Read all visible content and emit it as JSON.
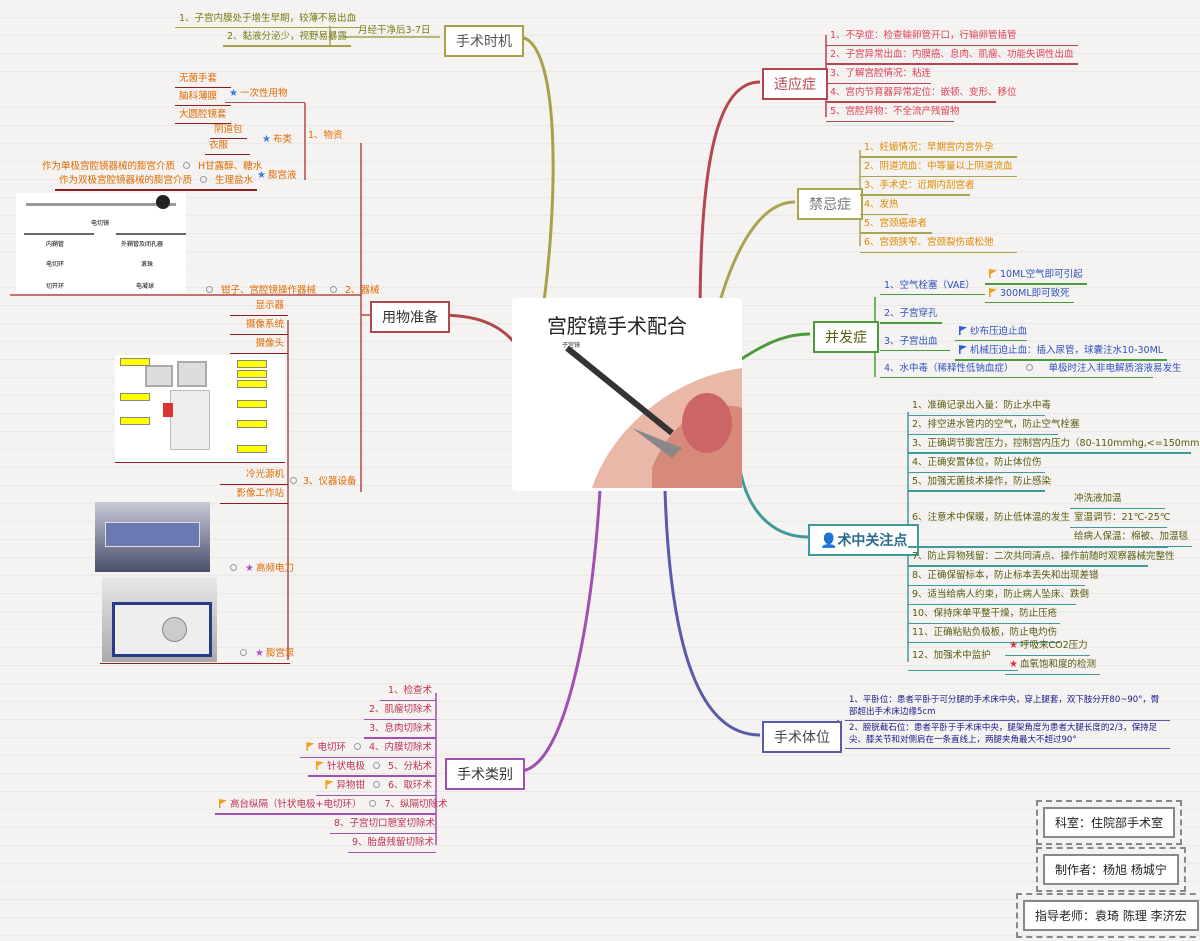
{
  "center": {
    "title": "宫腔镜手术配合",
    "image_label": "子宫镜"
  },
  "colors": {
    "timing": "#a8a14a",
    "indication": "#b5454f",
    "contra": "#a9a450",
    "complication": "#4a9c3a",
    "intraop": "#3f9a9a",
    "position": "#5a5aa8",
    "category": "#a050b0",
    "supplies": "#b04a4a"
  },
  "timing": {
    "title": "手术时机",
    "sub": "月经干净后3-7日",
    "items": [
      "1、子宫内膜处于增生早期，较薄不易出血",
      "2、黏液分泌少，视野易暴露"
    ]
  },
  "indication": {
    "title": "适应症",
    "items": [
      "1、不孕症：检查输卵管开口，行输卵管插管",
      "2、子宫异常出血：内膜癌、息肉、肌瘤、功能失调性出血",
      "3、了解宫腔情况：粘连",
      "4、宫内节育器异常定位：嵌顿、变形、移位",
      "5、宫腔异物：不全流产残留物"
    ]
  },
  "contra": {
    "title": "禁忌症",
    "items": [
      "1、妊娠情况：早期宫内宫外孕",
      "2、阴道流血：中等量以上阴道流血",
      "3、手术史：近期内刮宫者",
      "4、发热",
      "5、宫颈癌患者",
      "6、宫颈狭窄、宫颈裂伤或松弛"
    ]
  },
  "complication": {
    "title": "并发症",
    "items": [
      {
        "label": "1、空气栓塞（VAE）",
        "children": [
          "10ML空气即可引起",
          "300ML即可致死"
        ]
      },
      {
        "label": "2、子宫穿孔",
        "children": []
      },
      {
        "label": "3、子宫出血",
        "children": [
          "纱布压迫止血",
          "机械压迫止血：插入尿管，球囊注水10-30ML"
        ]
      },
      {
        "label": "4、水中毒（稀释性低钠血症）",
        "children": [
          "单极时注入非电解质溶液易发生"
        ]
      }
    ]
  },
  "intraop": {
    "title": "术中关注点",
    "items": [
      "1、准确记录出入量：防止水中毒",
      "2、排空进水管内的空气，防止空气栓塞",
      "3、正确调节膨宫压力，控制宫内压力（80-110mmhg,<=150mmhg）",
      "4、正确安置体位，防止体位伤",
      "5、加强无菌技术操作，防止感染",
      "6、注意术中保暖，防止低体温的发生",
      "7、防止异物残留：二次共同清点、操作前随时观察器械完整性",
      "8、正确保留标本，防止标本丢失和出现差错",
      "9、适当给病人约束，防止病人坠床、跌倒",
      "10、保持床单平整干燥，防止压疮",
      "11、正确粘贴负极板，防止电灼伤",
      "12、加强术中监护"
    ],
    "warm": [
      "冲洗液加温",
      "室温调节：21℃-25℃",
      "给病人保温：棉被、加温毯"
    ],
    "monitor": [
      "呼吸末CO2压力",
      "血氧饱和度的检测"
    ]
  },
  "position": {
    "title": "手术体位",
    "items": [
      "1、平卧位：患者平卧于可分腿的手术床中央，穿上腿套，双下肢分开80~90°，臀部超出手术床边缘5cm",
      "2、膀胱截石位：患者平卧于手术床中央，腿架角度为患者大腿长度的2/3，保持足尖、膝关节和对侧肩在一条直线上，两腿夹角最大不超过90°"
    ]
  },
  "category": {
    "title": "手术类别",
    "items": [
      "1、检查术",
      "2、肌瘤切除术",
      "3、息肉切除术",
      "4、内膜切除术",
      "5、分粘术",
      "6、取环术",
      "7、纵隔切除术",
      "8、子宫切口憩室切除术",
      "9、胎盘残留切除术"
    ],
    "tools": {
      "4": "电切环",
      "5": "针状电极",
      "6": "异物钳",
      "7": "高台纵隔（针状电极+电切环）"
    }
  },
  "supplies": {
    "title": "用物准备",
    "materials": {
      "label": "1、物资",
      "disposable": "一次性用物",
      "disposable_items": [
        "无菌手套",
        "脑科薄膜",
        "大圆腔镜套"
      ],
      "linen": "布类",
      "linen_items": [
        "阴道包",
        "衣服"
      ],
      "fluid": "膨宫液",
      "fluid_items": [
        {
          "label": "H甘露醇、糖水",
          "note": "作为单极宫腔镜器械的膨宫介质"
        },
        {
          "label": "生理盐水",
          "note": "作为双极宫腔镜器械的膨宫介质"
        }
      ]
    },
    "instruments": {
      "label": "2、器械",
      "sub": "钳子、宫腔镜操作器械",
      "image_labels": [
        "电切镜",
        "内鞘管",
        "外鞘管及闭孔器",
        "电切环",
        "滚珠",
        "切开环",
        "电凝球"
      ]
    },
    "equipment": {
      "label": "3、仪器设备",
      "items": [
        "显示器",
        "摄像系统",
        "摄像头",
        "冷光源机",
        "影像工作站"
      ],
      "starred": [
        "高频电刀",
        "膨宫泵"
      ]
    }
  },
  "credits": {
    "dept": "科室：住院部手术室",
    "authors": "制作者：杨旭  杨城宁",
    "advisors": "指导老师：袁琦  陈理  李济宏"
  }
}
